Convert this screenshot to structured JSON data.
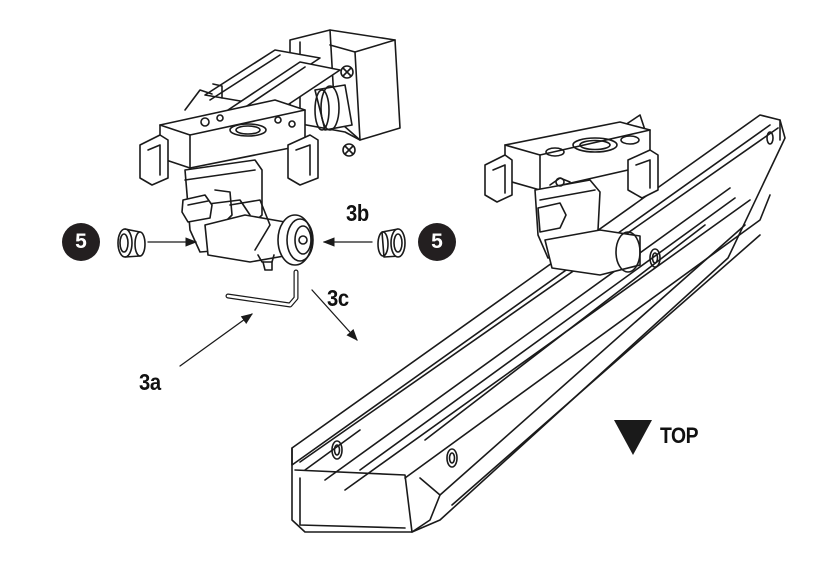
{
  "labels": {
    "step_3a": "3a",
    "step_3b": "3b",
    "step_3c": "3c",
    "orientation": "TOP"
  },
  "callouts": {
    "left": "5",
    "right": "5"
  },
  "colors": {
    "line": "#1a1a1a",
    "callout_fill": "#231f20",
    "callout_text": "#ffffff",
    "background": "#ffffff"
  }
}
